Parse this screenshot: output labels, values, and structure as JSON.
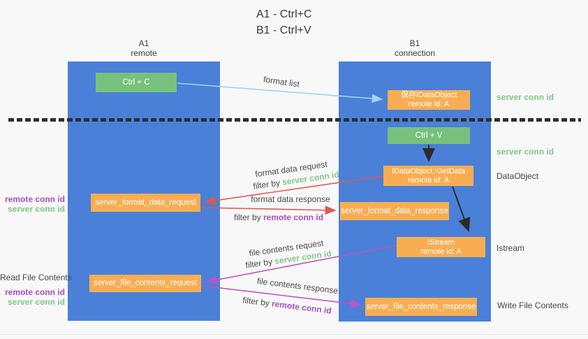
{
  "title": {
    "line1": "A1 - Ctrl+C",
    "line2": "B1 - Ctrl+V"
  },
  "lanes": {
    "left": {
      "name": "A1",
      "role": "remote"
    },
    "right": {
      "name": "B1",
      "role": "connection"
    }
  },
  "nodes": {
    "ctrl_c": {
      "label": "Ctrl + C"
    },
    "save_idataobject": {
      "line1": "保存IDataObject",
      "line2": "remote id: A"
    },
    "ctrl_v": {
      "label": "Ctrl + V"
    },
    "getdata": {
      "line1": "IDataObject::GetData",
      "line2": "remote id: A"
    },
    "server_format_data_request": {
      "label": "server_format_data_request"
    },
    "server_format_data_response": {
      "label": "server_format_data_response"
    },
    "istream": {
      "line1": "IStream",
      "line2": "remote id: A"
    },
    "server_file_contents_request": {
      "label": "server_file_contents_request"
    },
    "server_file_contents_response": {
      "label": "server_file_contents_response"
    }
  },
  "flow_labels": {
    "format_list": "format list",
    "format_data_request": "format data request",
    "format_data_response": "format data response",
    "file_contents_request": "file contents request",
    "file_contents_response": "file contents response",
    "filter_by": "filter by ",
    "server_conn_id": "server conn id",
    "remote_conn_id": "remote conn id"
  },
  "side_labels": {
    "server_conn_id": "server conn id",
    "remote_conn_id": "remote conn id",
    "dataobject": "DataObject",
    "istream": "Istream",
    "read_file_contents": "Read File Contents",
    "write_file_contents": "Write File Contents"
  },
  "colors": {
    "lane_blue": "#4a80d8",
    "node_green": "#77c17c",
    "node_orange": "#f9ad52",
    "arrow_red": "#e2574f",
    "arrow_purple": "#bb55c2",
    "arrow_light_blue": "#9fd3f2",
    "arrow_black": "#2b2b2b",
    "label_green": "#82c785",
    "label_purple": "#a84fc5",
    "text_dark": "#3f3f3f"
  }
}
